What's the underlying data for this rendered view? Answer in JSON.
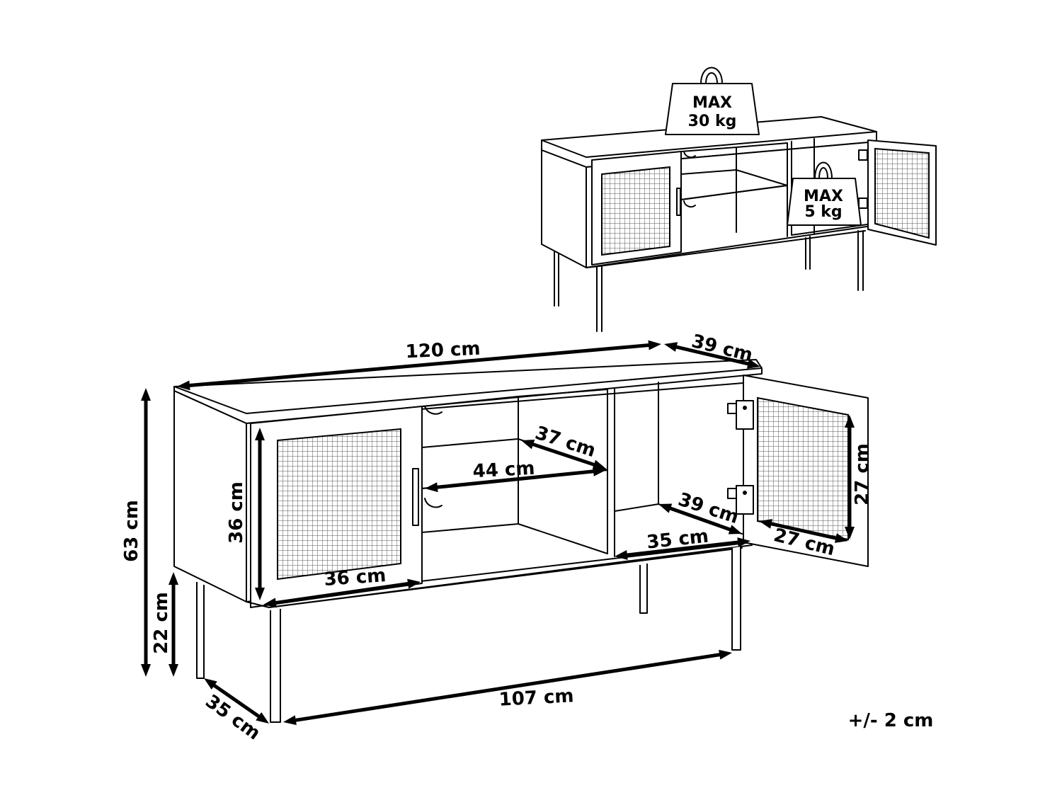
{
  "weights": {
    "top_line1": "MAX",
    "top_line2": "30 kg",
    "shelf_line1": "MAX",
    "shelf_line2": "5 kg"
  },
  "dimensions": {
    "width": "120 cm",
    "depth": "39 cm",
    "height": "63 cm",
    "leg_height": "22 cm",
    "door_height": "36 cm",
    "door_width": "36 cm",
    "shelf_depth": "37 cm",
    "shelf_width": "44 cm",
    "cabinet_depth_inner": "39 cm",
    "cabinet_width_inner": "35 cm",
    "mesh_height": "27 cm",
    "mesh_width": "27 cm",
    "base_width": "107 cm",
    "base_depth": "35 cm"
  },
  "tolerance": "+/- 2 cm"
}
